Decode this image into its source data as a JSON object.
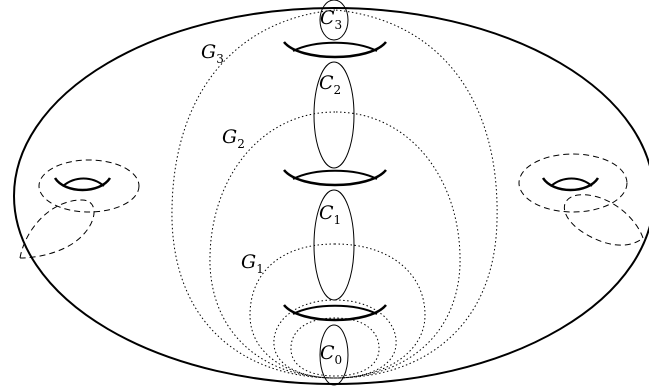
{
  "colors": {
    "stroke": "#000000",
    "background": "#ffffff"
  },
  "labels": {
    "G3": {
      "main": "G",
      "sub": "3"
    },
    "G2": {
      "main": "G",
      "sub": "2"
    },
    "G1": {
      "main": "G",
      "sub": "1"
    },
    "C3": {
      "main": "C",
      "sub": "3"
    },
    "C2": {
      "main": "C",
      "sub": "2"
    },
    "C1": {
      "main": "C",
      "sub": "1"
    },
    "C0": {
      "main": "C",
      "sub": "0"
    }
  }
}
